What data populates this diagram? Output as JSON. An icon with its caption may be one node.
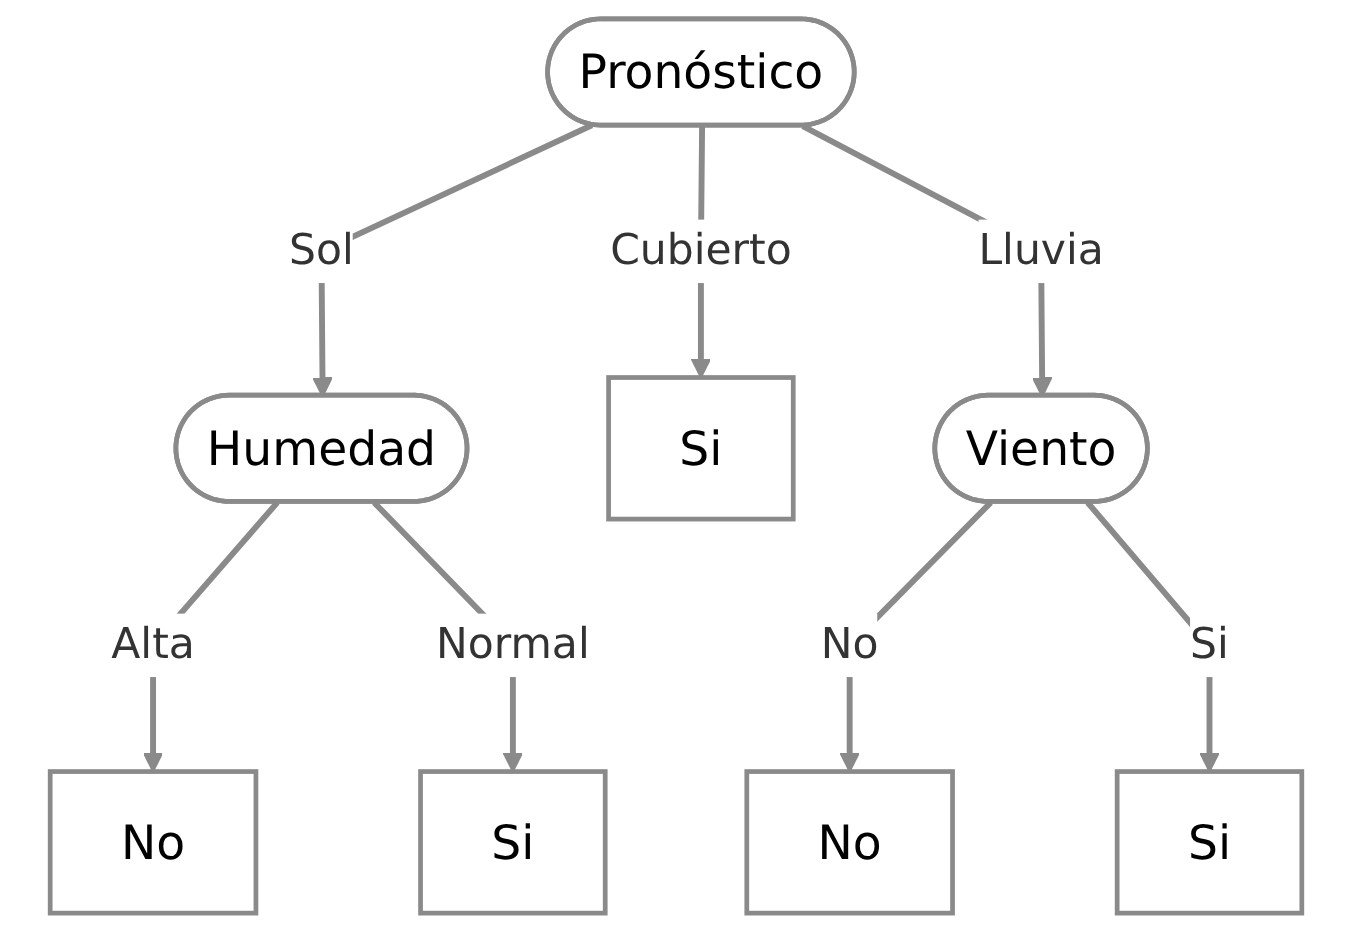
{
  "diagram": {
    "nodes": [
      {
        "text": [
          "Pronóstico"
        ]
      },
      {
        "text": [
          "Humedad"
        ]
      },
      {
        "text": [
          "Si"
        ]
      },
      {
        "text": [
          "Viento"
        ]
      },
      {
        "text": [
          "No"
        ]
      },
      {
        "text": [
          "Si"
        ]
      },
      {
        "text": [
          "No"
        ]
      },
      {
        "text": [
          "Si"
        ]
      }
    ],
    "edges": [
      {
        "from": 0,
        "to": 1,
        "arrow": "to",
        "label": "Sol"
      },
      {
        "from": 0,
        "to": 2,
        "arrow": "to",
        "label": "Cubierto"
      },
      {
        "from": 0,
        "to": 3,
        "arrow": "to",
        "label": "Lluvia"
      },
      {
        "from": 1,
        "to": 4,
        "arrow": "to",
        "label": "Alta"
      },
      {
        "from": 1,
        "to": 5,
        "arrow": "to",
        "label": "Normal"
      },
      {
        "from": 3,
        "to": 6,
        "arrow": "to",
        "label": "No"
      },
      {
        "from": 3,
        "to": 7,
        "arrow": "to",
        "label": "Si"
      }
    ]
  }
}
